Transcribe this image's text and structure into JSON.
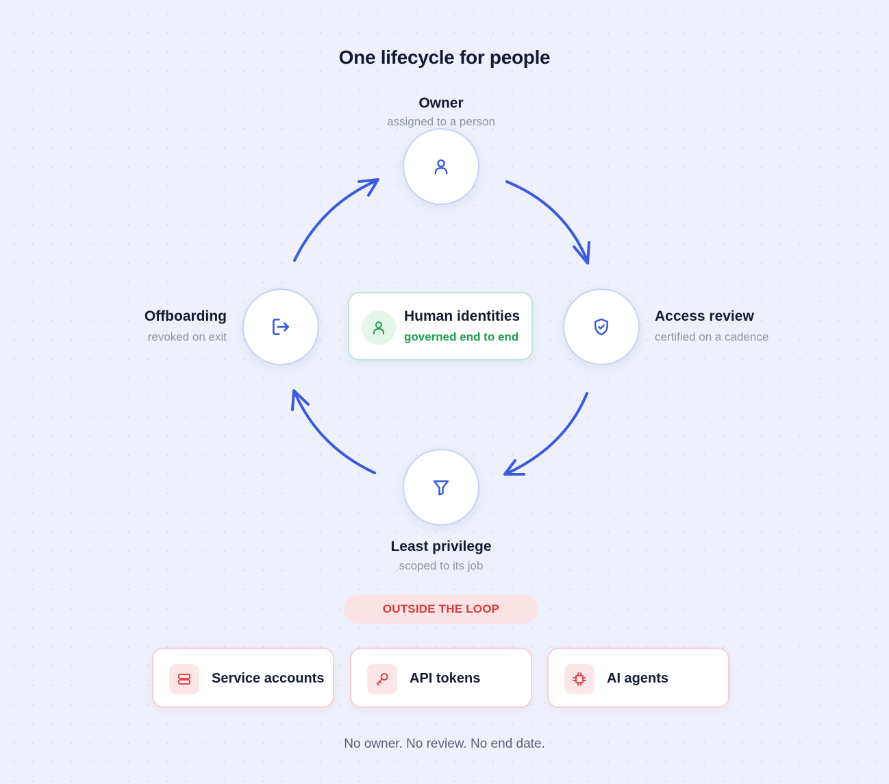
{
  "title": "One lifecycle for people",
  "colors": {
    "accent_blue": "#3b5bdb",
    "accent_green": "#1f9d4f",
    "accent_red": "#d63b3b"
  },
  "steps": {
    "owner": {
      "title": "Owner",
      "subtitle": "assigned to a person",
      "icon": "user-icon"
    },
    "access_review": {
      "title": "Access review",
      "subtitle": "certified on a cadence",
      "icon": "shield-check-icon"
    },
    "least_privilege": {
      "title": "Least privilege",
      "subtitle": "scoped to its job",
      "icon": "filter-icon"
    },
    "offboarding": {
      "title": "Offboarding",
      "subtitle": "revoked on exit",
      "icon": "logout-icon"
    }
  },
  "hub": {
    "title": "Human identities",
    "subtitle": "governed end to end",
    "icon": "user-icon"
  },
  "outside": {
    "label": "OUTSIDE THE LOOP",
    "items": [
      {
        "label": "Service accounts",
        "icon": "server-icon"
      },
      {
        "label": "API tokens",
        "icon": "key-icon"
      },
      {
        "label": "AI agents",
        "icon": "chip-icon"
      }
    ]
  },
  "footer": "No owner. No review. No end date."
}
